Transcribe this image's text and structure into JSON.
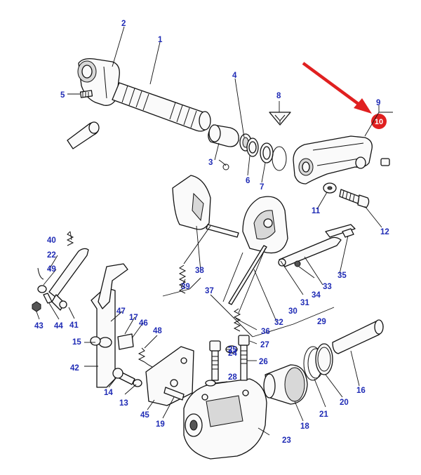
{
  "highlight": {
    "label": "10",
    "color": "#e02020"
  },
  "callout_color": "#1f2bb5",
  "callouts": {
    "c1": "1",
    "c2": "2",
    "c3": "3",
    "c4": "4",
    "c5": "5",
    "c6": "6",
    "c7": "7",
    "c8": "8",
    "c9": "9",
    "c11": "11",
    "c12": "12",
    "c13": "13",
    "c14": "14",
    "c15": "15",
    "c16": "16",
    "c17": "17",
    "c18": "18",
    "c19": "19",
    "c20": "20",
    "c21": "21",
    "c22": "22",
    "c23": "23",
    "c24": "24",
    "c25": "25",
    "c26": "26",
    "c27": "27",
    "c28": "28",
    "c29": "29",
    "c30": "30",
    "c31": "31",
    "c32": "32",
    "c33": "33",
    "c34": "34",
    "c35": "35",
    "c36": "36",
    "c37": "37",
    "c38": "38",
    "c39": "39",
    "c40": "40",
    "c41": "41",
    "c42": "42",
    "c43": "43",
    "c44": "44",
    "c45": "45",
    "c46": "46",
    "c47": "47",
    "c48": "48",
    "c49": "49"
  }
}
